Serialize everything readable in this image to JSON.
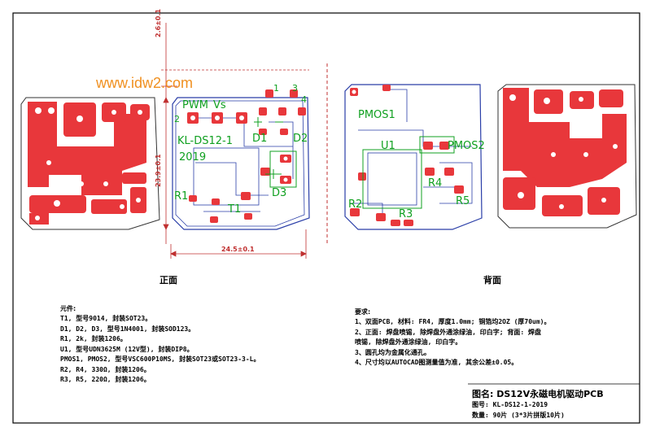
{
  "watermark": "www.idw2.com",
  "dimensions": {
    "top_offset": "2.6±0.1",
    "height": "23.9±0.1",
    "width": "24.5±0.1"
  },
  "silkscreen": {
    "pwm": "PWM",
    "vs": "Vs",
    "board_name": "KL-DS12-1",
    "year": "2019",
    "d1": "D1",
    "d2": "D2",
    "d3": "D3",
    "r1": "R1",
    "t1": "T1",
    "pin1": "1",
    "pin2": "2",
    "pin3": "3",
    "pin4": "4",
    "pmos1": "PMOS1",
    "pmos2": "PMOS2",
    "u1": "U1",
    "r2": "R2",
    "r3": "R3",
    "r4": "R4",
    "r5": "R5"
  },
  "captions": {
    "front": "正面",
    "back": "背面"
  },
  "components": {
    "heading": "元件:",
    "lines": [
      "T1, 型号9014, 封装SOT23。",
      "D1, D2, D3, 型号1N4001, 封装SOD123。",
      "R1, 2k, 封装1206。",
      "U1, 型号UDN3625M (12V型), 封装DIP8。",
      "PMOS1, PMOS2, 型号VSC600P10MS, 封装SOT23或SOT23-3-L。",
      "R2, R4, 330Ω, 封装1206。",
      "R3, R5, 220Ω, 封装1206。"
    ]
  },
  "requirements": {
    "heading": "要求:",
    "lines": [
      "1、双面PCB, 材料: FR4, 厚度1.0mm; 铜箔均2OZ (厚70um)。",
      "2、正面: 焊盘喷锡, 除焊盘外通涂绿油, 印白字; 背面: 焊盘",
      "   喷锡, 除焊盘外通涂绿油, 印白字。",
      "3、圆孔均为金属化通孔。",
      "4、尺寸均以AUTOCAD图测量值为准, 其余公差±0.05。"
    ]
  },
  "title_block": {
    "title": "图名: DS12V永磁电机驱动PCB",
    "drawing_no": "图号: KL-DS12-1-2019",
    "quantity": "数量: 90片 (3*3片拼版10片)"
  },
  "colors": {
    "copper": "#e8373b",
    "trace": "#2a3ea8",
    "silk": "#10a020",
    "drill": "#ffffff",
    "dim": "#c03030",
    "watermark": "#f09020"
  }
}
